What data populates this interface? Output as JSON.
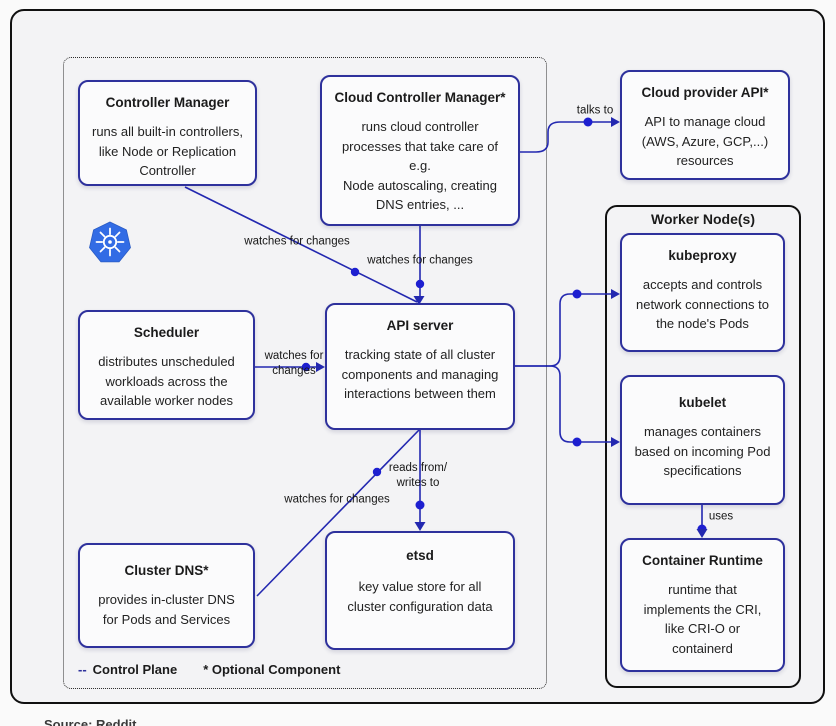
{
  "nodes": {
    "controller_manager": {
      "title": "Controller Manager",
      "body": "runs all built-in controllers,\nlike Node or Replication\nController"
    },
    "cloud_controller_manager": {
      "title": "Cloud Controller Manager*",
      "body": "runs cloud controller\nprocesses that take care of\ne.g.\nNode autoscaling, creating\nDNS entries, ..."
    },
    "cloud_provider_api": {
      "title": "Cloud provider API*",
      "body": "API to manage cloud\n(AWS, Azure, GCP,...)\nresources"
    },
    "scheduler": {
      "title": "Scheduler",
      "body": "distributes unscheduled\nworkloads across the\navailable worker nodes"
    },
    "api_server": {
      "title": "API server",
      "body": "tracking state of all cluster\ncomponents and managing\ninteractions between them"
    },
    "cluster_dns": {
      "title": "Cluster DNS*",
      "body": "provides in-cluster DNS\nfor Pods and Services"
    },
    "etsd": {
      "title": "etsd",
      "body": "key value store for all\ncluster configuration data"
    },
    "kubeproxy": {
      "title": "kubeproxy",
      "body": "accepts and controls\nnetwork connections to\nthe node's Pods"
    },
    "kubelet": {
      "title": "kubelet",
      "body": "manages containers\nbased on incoming Pod\nspecifications"
    },
    "container_runtime": {
      "title": "Container Runtime",
      "body": "runtime that\nimplements the CRI,\nlike CRI-O or\ncontainerd"
    }
  },
  "worker_group": {
    "title": "Worker Node(s)"
  },
  "edges": {
    "cm_to_api": {
      "label": "watches for changes"
    },
    "ccm_to_api": {
      "label": "watches for changes"
    },
    "ccm_to_cloud": {
      "label": "talks to"
    },
    "scheduler_to_api": {
      "label": "watches for\nchanges"
    },
    "api_to_etsd": {
      "label": "reads from/\nwrites to"
    },
    "dns_to_api": {
      "label": "watches for changes"
    },
    "kubelet_to_runtime": {
      "label": "uses"
    }
  },
  "legend": {
    "control_plane_dash": "--",
    "control_plane": "Control Plane",
    "optional_component": "* Optional Component"
  },
  "caption": "Source: Reddit",
  "icons": {
    "kubernetes_logo": "kubernetes-helm-wheel"
  },
  "colors": {
    "node_border": "#2e319c",
    "line": "#2328b0",
    "dot": "#1d1fd0",
    "frame": "#101010",
    "logo_blue": "#326ce5"
  }
}
